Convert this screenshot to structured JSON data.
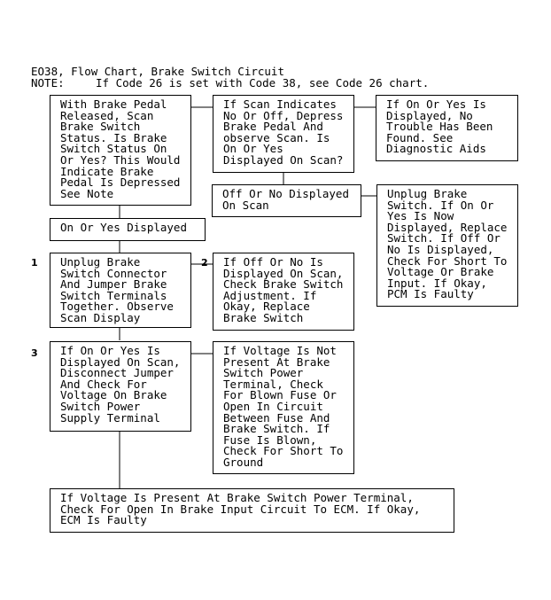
{
  "header": {
    "title": "EO38, Flow Chart, Brake Switch Circuit",
    "note_label": "NOTE:",
    "note_text": "If Code 26 is set with Code 38, see Code 26 chart."
  },
  "steps": {
    "one": "1",
    "two": "2",
    "three": "3"
  },
  "boxes": {
    "start": "With Brake Pedal\nReleased, Scan\nBrake Switch\nStatus. Is Brake\nSwitch Status On\nOr Yes? This Would\nIndicate Brake\nPedal Is Depressed\nSee Note",
    "scan_indicates_off": "If Scan Indicates\nNo Or Off, Depress\nBrake Pedal And\nobserve Scan. Is\nOn Or Yes\nDisplayed On Scan?",
    "no_trouble": "If On Or Yes Is\nDisplayed, No\nTrouble Has Been\nFound. See\nDiagnostic Aids",
    "off_displayed": "Off Or No Displayed\nOn Scan",
    "unplug_switch": "Unplug Brake\nSwitch. If On Or\nYes Is Now\nDisplayed, Replace\nSwitch. If Off Or\nNo Is Displayed,\nCheck For Short To\nVoltage Or Brake\nInput. If Okay,\nPCM Is Faulty",
    "on_displayed": "On Or Yes Displayed",
    "unplug_connector": "Unplug Brake\nSwitch Connector\nAnd Jumper Brake\nSwitch Terminals\nTogether. Observe\nScan Display",
    "adjustment": "If Off Or No Is\nDisplayed On Scan,\nCheck Brake Switch\nAdjustment. If\nOkay, Replace\nBrake Switch",
    "disconnect_jumper": "If On Or Yes Is\nDisplayed On Scan,\nDisconnect Jumper\nAnd Check For\nVoltage On Brake\nSwitch Power\nSupply Terminal",
    "voltage_not_present": "If Voltage Is Not\nPresent At Brake\nSwitch Power\nTerminal, Check\nFor Blown Fuse Or\nOpen In Circuit\nBetween Fuse And\nBrake Switch. If\nFuse Is Blown,\nCheck For Short To\nGround",
    "voltage_present": "If Voltage Is Present At Brake Switch Power Terminal,\nCheck For Open In Brake Input Circuit To ECM. If Okay,\nECM Is Faulty"
  }
}
